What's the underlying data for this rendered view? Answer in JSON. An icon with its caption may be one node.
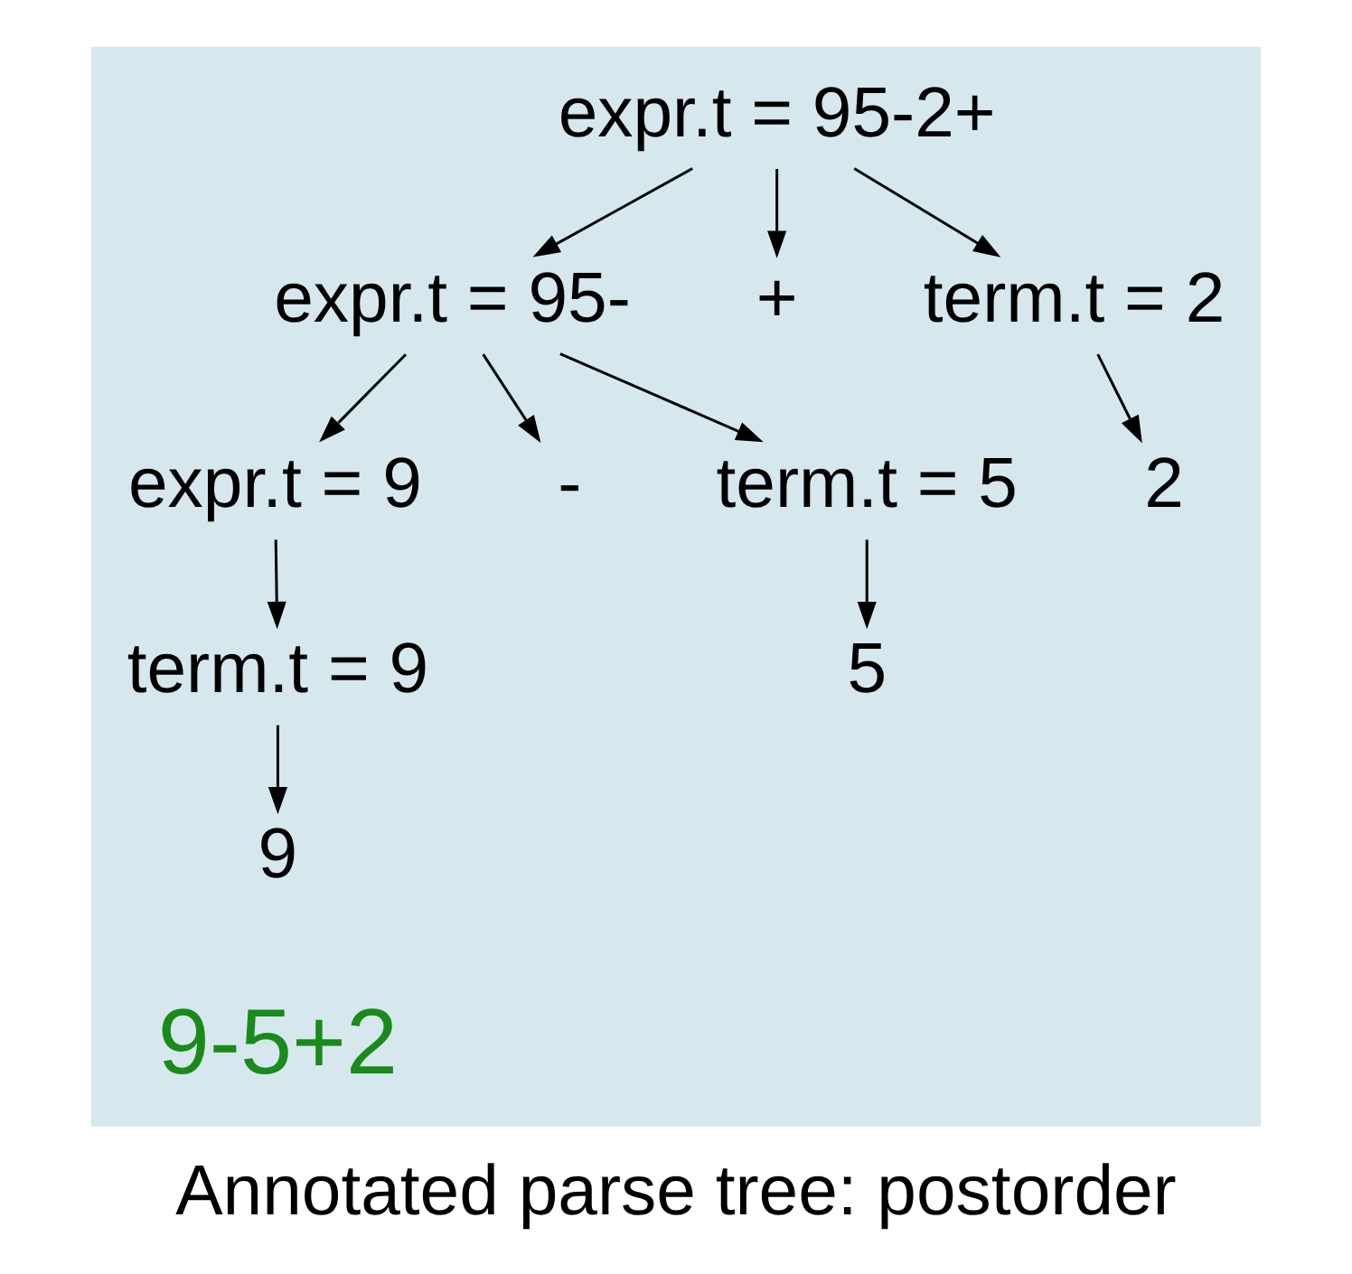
{
  "diagram": {
    "caption": "Annotated parse tree: postorder",
    "nodes": [
      {
        "text": [],
        "shape": "box"
      },
      {
        "text": [
          "expr.t = 95-2+"
        ],
        "in": 0
      },
      {
        "text": [
          "expr.t = 95-"
        ],
        "in": 0
      },
      {
        "text": [
          "+"
        ],
        "in": 0
      },
      {
        "text": [
          "term.t = 2"
        ],
        "in": 0
      },
      {
        "text": [
          "expr.t = 9"
        ],
        "in": 0
      },
      {
        "text": [
          "-"
        ],
        "in": 0
      },
      {
        "text": [
          "term.t = 5"
        ],
        "in": 0
      },
      {
        "text": [
          "2"
        ],
        "in": 0
      },
      {
        "text": [
          "term.t = 9"
        ],
        "in": 0
      },
      {
        "text": [
          "5"
        ],
        "in": 0
      },
      {
        "text": [
          "9"
        ],
        "in": 0
      }
    ],
    "edges": [
      {
        "from": 1,
        "to": 2,
        "arrow": "to"
      },
      {
        "from": 1,
        "to": 3,
        "arrow": "to"
      },
      {
        "from": 1,
        "to": 4,
        "arrow": "to"
      },
      {
        "from": 2,
        "to": 5,
        "arrow": "to"
      },
      {
        "from": 2,
        "to": 6,
        "arrow": "to"
      },
      {
        "from": 2,
        "to": 7,
        "arrow": "to"
      },
      {
        "from": 4,
        "to": 8,
        "arrow": "to"
      },
      {
        "from": 5,
        "to": 9,
        "arrow": "to"
      },
      {
        "from": 7,
        "to": 10,
        "arrow": "to"
      },
      {
        "from": 9,
        "to": 11,
        "arrow": "to"
      }
    ],
    "labels": [
      "9-5+2"
    ]
  }
}
